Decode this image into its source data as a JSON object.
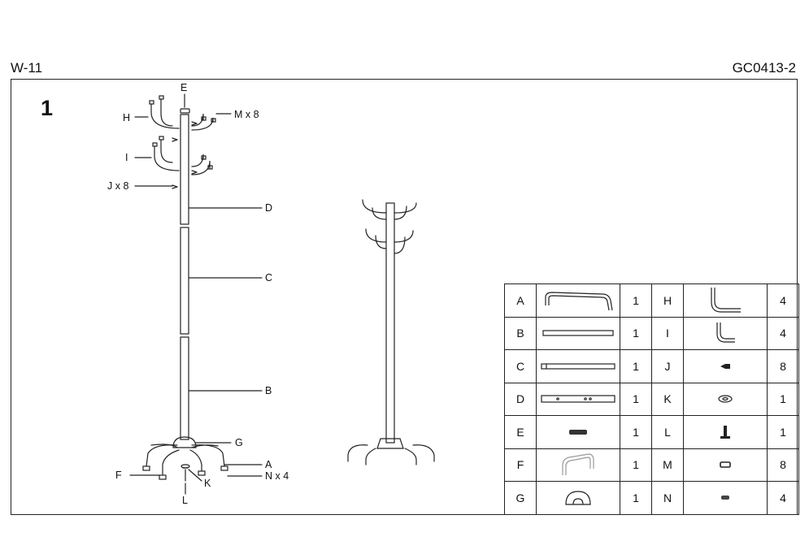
{
  "header": {
    "model": "W-11",
    "code": "GC0413-2"
  },
  "step": "1",
  "callouts": {
    "E": "E",
    "M": "M x 8",
    "H": "H",
    "I": "I",
    "J": "J x 8",
    "D": "D",
    "C": "C",
    "B": "B",
    "G": "G",
    "A": "A",
    "F": "F",
    "N": "N x 4",
    "K": "K",
    "L": "L"
  },
  "parts": [
    {
      "letter": "A",
      "icon": "base-leg-icon",
      "qty": "1",
      "letter2": "H",
      "icon2": "long-hook-icon",
      "qty2": "4"
    },
    {
      "letter": "B",
      "icon": "tube-b-icon",
      "qty": "1",
      "letter2": "I",
      "icon2": "short-hook-icon",
      "qty2": "4"
    },
    {
      "letter": "C",
      "icon": "tube-c-icon",
      "qty": "1",
      "letter2": "J",
      "icon2": "screw-icon",
      "qty2": "8"
    },
    {
      "letter": "D",
      "icon": "tube-d-icon",
      "qty": "1",
      "letter2": "K",
      "icon2": "washer-icon",
      "qty2": "1"
    },
    {
      "letter": "E",
      "icon": "top-cap-icon",
      "qty": "1",
      "letter2": "L",
      "icon2": "bolt-icon",
      "qty2": "1"
    },
    {
      "letter": "F",
      "icon": "base-leg-f-icon",
      "qty": "1",
      "letter2": "M",
      "icon2": "hook-cap-icon",
      "qty2": "8"
    },
    {
      "letter": "G",
      "icon": "base-hub-icon",
      "qty": "1",
      "letter2": "N",
      "icon2": "foot-cap-icon",
      "qty2": "4"
    }
  ]
}
